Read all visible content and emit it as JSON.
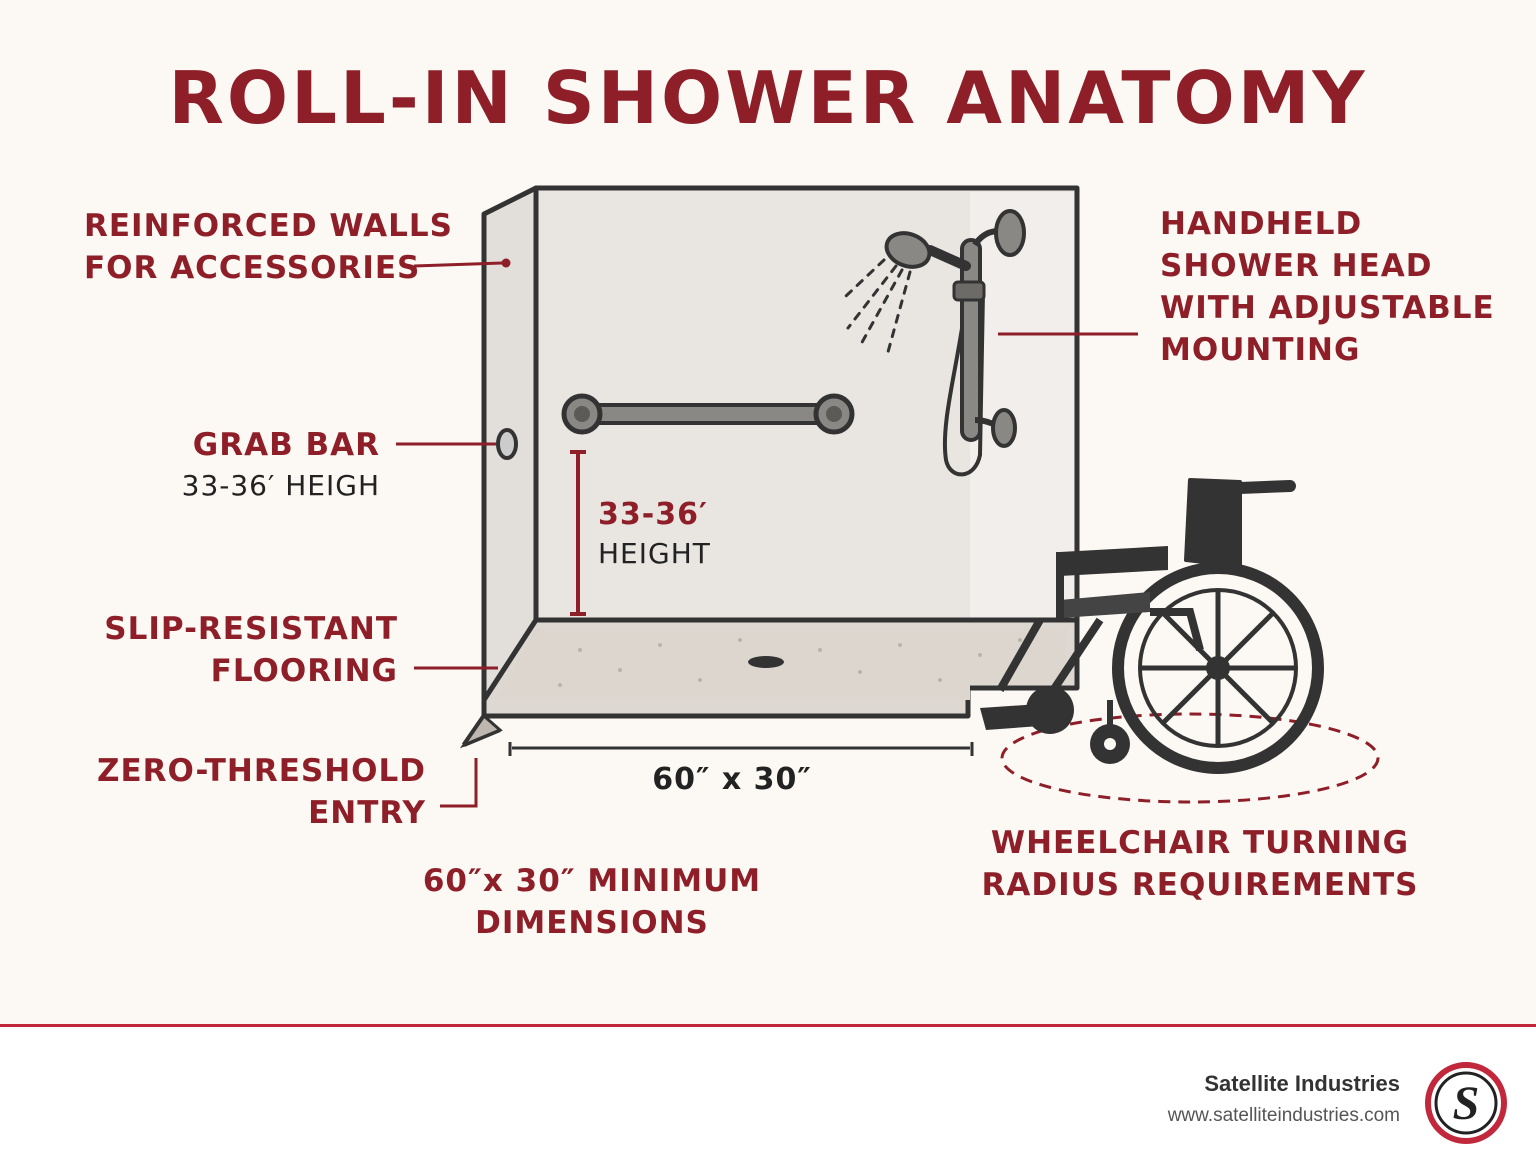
{
  "title": "ROLL-IN SHOWER ANATOMY",
  "labels": {
    "reinforced": [
      "REINFORCED WALLS",
      "FOR ACCESSORIES"
    ],
    "handheld": [
      "HANDHELD",
      "SHOWER HEAD",
      "WITH ADJUSTABLE",
      "MOUNTING"
    ],
    "grab_bar": "GRAB BAR",
    "grab_bar_height": "33-36′ HEIGH",
    "bar_height_value": "33-36′",
    "bar_height_word": "HEIGHT",
    "slip": [
      "SLIP-RESISTANT",
      "FLOORING"
    ],
    "zero": [
      "ZERO-THRESHOLD",
      "ENTRY"
    ],
    "dimension_line": "60″  x  30″",
    "minimum": [
      "60″x 30″ MINIMUM",
      "DIMENSIONS"
    ],
    "wheelchair": [
      "WHEELCHAIR TURNING",
      "RADIUS REQUIREMENTS"
    ]
  },
  "footer": {
    "company": "Satellite Industries",
    "url": "www.satelliteindustries.com",
    "logo_letter": "S"
  },
  "colors": {
    "accent": "#8e1f29",
    "footer_line": "#c1283b",
    "outline": "#333333",
    "background": "#fcf9f4"
  }
}
